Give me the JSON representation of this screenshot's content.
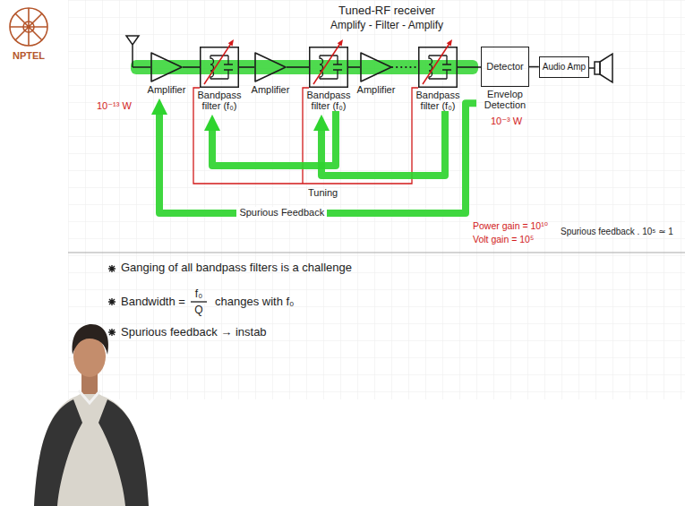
{
  "diagram": {
    "title": "Tuned-RF receiver",
    "nodes": [
      {
        "text": [
          "Amplifier"
        ]
      },
      {
        "text": [
          "Bandpass filter (f₀)"
        ]
      },
      {
        "text": [
          "Amplifier"
        ]
      },
      {
        "text": [
          "Bandpass filter (f₀)"
        ]
      },
      {
        "text": [
          "Amplifier"
        ]
      },
      {
        "text": [
          "Bandpass filter (f₀)"
        ]
      },
      {
        "text": [
          "Detector",
          "Envelop Detection"
        ]
      },
      {
        "text": [
          "Audio Amp"
        ]
      }
    ],
    "edges": [
      {
        "from": 0,
        "to": 1,
        "arrow": "none"
      },
      {
        "from": 1,
        "to": 2,
        "arrow": "none"
      },
      {
        "from": 2,
        "to": 3,
        "arrow": "none"
      },
      {
        "from": 3,
        "to": 4,
        "arrow": "none"
      },
      {
        "from": 4,
        "to": 5,
        "arrow": "none"
      },
      {
        "from": 5,
        "to": 6,
        "arrow": "none"
      },
      {
        "from": 6,
        "to": 7,
        "arrow": "none"
      },
      {
        "from": 3,
        "to": 1,
        "arrow": "to"
      },
      {
        "from": 5,
        "to": 3,
        "arrow": "to"
      },
      {
        "from": 6,
        "to": 0,
        "label": "Spurious Feedback",
        "arrow": "to"
      }
    ],
    "labels": [
      "NPTEL",
      "Amplify - Filter - Amplify",
      "10⁻¹³ W",
      "10⁻³ W",
      "Tuning",
      "Power gain = 10¹⁰",
      "Volt gain = 10⁵",
      "Spurious feedback . 10⁵ ≃ 1",
      "Ganging of all bandpass filters is a challenge",
      "Bandwidth =",
      "f₀",
      "Q",
      "changes with f₀",
      "Spurious feedback → instab"
    ]
  }
}
